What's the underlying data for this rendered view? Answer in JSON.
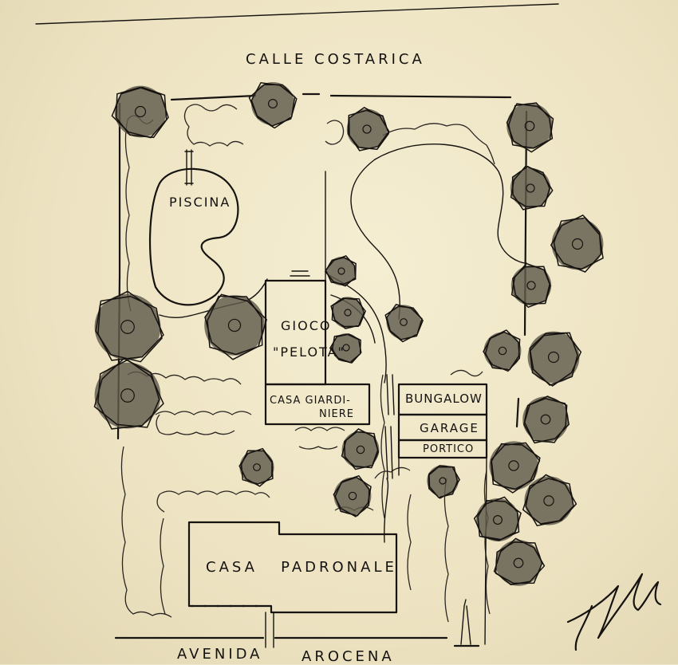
{
  "streets": {
    "north": "CALLE COSTARICA",
    "south_left": "AVENIDA",
    "south_right": "AROCENA"
  },
  "areas": {
    "pool": "PISCINA",
    "court_line1": "GIOCO",
    "court_line2": "\"PELOTA\"",
    "gardener_line1": "CASA GIARDI-",
    "gardener_line2": "NIERE",
    "bungalow": "BUNGALOW",
    "garage": "GARAGE",
    "portico": "PORTICO",
    "main_house": "CASA   PADRONALE"
  },
  "colors": {
    "paper": "#efe7c8",
    "ink": "#161310",
    "tree_wash": "#5f5a4c"
  }
}
